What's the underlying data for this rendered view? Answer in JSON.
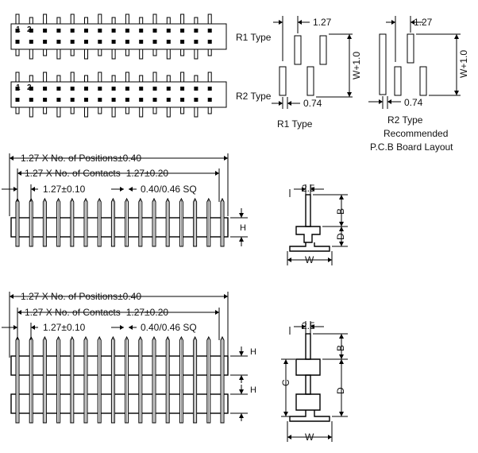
{
  "top": {
    "pin1": "1",
    "pin2": "2",
    "r1_type": "R1 Type",
    "r2_type": "R2 Type"
  },
  "layout_r1": {
    "pitch": "1.27",
    "width": "W+1.0",
    "offset": "0.74",
    "caption": "R1 Type"
  },
  "layout_r2": {
    "pitch": "1.27",
    "width": "W+1.0",
    "offset": "0.74",
    "caption_line1": "R2 Type",
    "caption_line2": "Recommended",
    "caption_line3": "P.C.B Board  Layout"
  },
  "single_row": {
    "positions_dim": "1.27  X  No.  of  Positions±0.40",
    "contacts_dim": "1.27  X  No.  of  Contacts−1.27±0.20",
    "pitch_dim": "1.27±0.10",
    "pin_dim": "0.40/0.46  SQ",
    "h_label": "H"
  },
  "single_side": {
    "width_top": "2.5",
    "b_label": "B",
    "d_label": "D",
    "w_label": "W"
  },
  "double_row": {
    "positions_dim": "1.27  X  No.  of  Positions±0.40",
    "contacts_dim": "1.27  X  No.  of  Contacts−1.27±0.20",
    "pitch_dim": "1.27±0.10",
    "pin_dim": "0.40/0.46  SQ",
    "h_label_1": "H",
    "h_label_2": "H"
  },
  "double_side": {
    "width_top": "2.5",
    "b_label": "B",
    "c_label": "C",
    "d_label": "D",
    "w_label": "W"
  }
}
